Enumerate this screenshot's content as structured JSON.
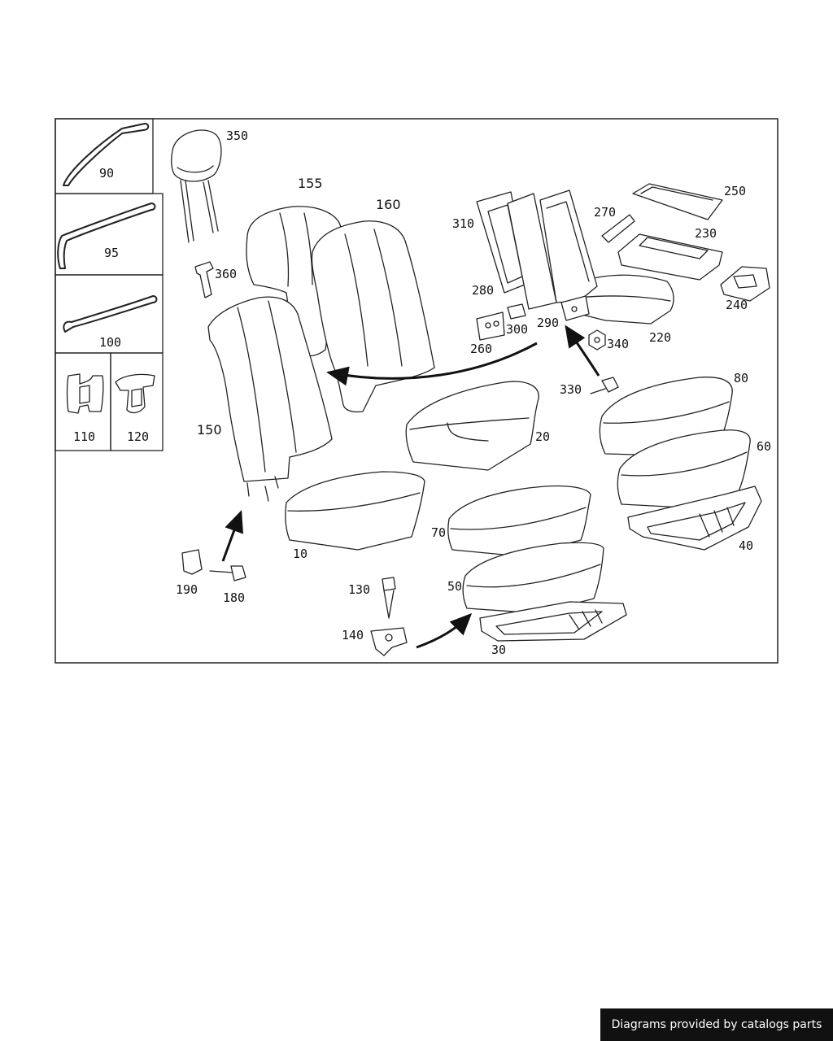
{
  "credit": "Diagrams provided by catalogs parts",
  "callouts": {
    "c10": "10",
    "c20": "20",
    "c30": "30",
    "c40": "40",
    "c50": "50",
    "c60": "60",
    "c70": "70",
    "c80": "80",
    "c90": "90",
    "c95": "95",
    "c100": "100",
    "c110": "110",
    "c120": "120",
    "c130": "130",
    "c140": "140",
    "c150": "150",
    "c155": "155",
    "c160": "160",
    "c180": "180",
    "c190": "190",
    "c220": "220",
    "c230": "230",
    "c240": "240",
    "c250": "250",
    "c260": "260",
    "c270": "270",
    "c280": "280",
    "c290": "290",
    "c300": "300",
    "c310": "310",
    "c330": "330",
    "c340": "340",
    "c350": "350",
    "c360": "360"
  }
}
